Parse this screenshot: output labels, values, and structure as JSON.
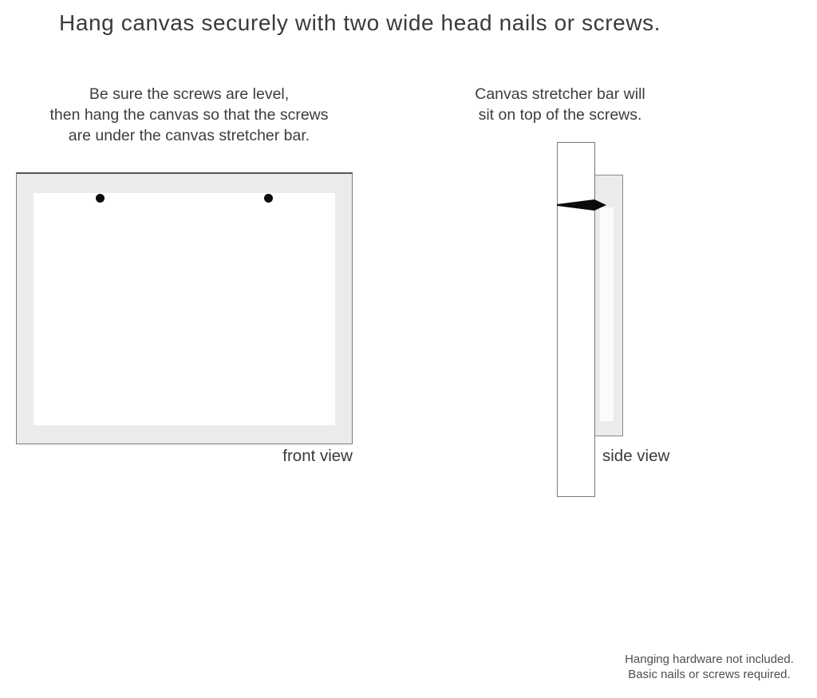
{
  "title": "Hang canvas securely with two wide head nails or screws.",
  "instructions": {
    "left": {
      "lines": [
        "Be sure the screws are level,",
        "then hang the canvas so that the screws",
        "are under the canvas stretcher bar."
      ]
    },
    "right": {
      "lines": [
        "Canvas stretcher bar will",
        "sit on top of the screws."
      ]
    }
  },
  "diagrams": {
    "front": {
      "label": "front view",
      "nail_count": 2
    },
    "side": {
      "label": "side view"
    }
  },
  "footer": {
    "lines": [
      "Hanging hardware not included.",
      "Basic nails or screws required."
    ]
  },
  "colors": {
    "background": "#ffffff",
    "canvas_frame_fill": "#ebebec",
    "frame_border": "#7d7d7d",
    "nail": "#0b0b0b",
    "text": "#3a3a3a",
    "footer_text": "#4f4f4f"
  }
}
